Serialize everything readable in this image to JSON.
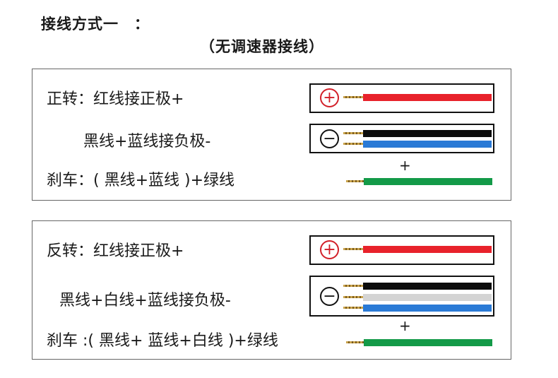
{
  "header": {
    "title": "接线方式一",
    "title_colon": "：",
    "subtitle": "（无调速器接线）"
  },
  "forward": {
    "line1": "正转：红线接正极+",
    "line2": "黑线+蓝线接负极-",
    "line3": "刹车：( 黑线+蓝线 )+绿线"
  },
  "reverse": {
    "line1": "反转：红线接正极+",
    "line2": "黑线+白线+蓝线接负极-",
    "line3": "刹车 :( 黑线+ 蓝线+白线 )+绿线"
  },
  "symbols": {
    "positive": "+",
    "negative": "−",
    "plus": "+"
  },
  "colors": {
    "red_wire": "#e8222b",
    "black_wire": "#0d0d0d",
    "blue_wire": "#2a7ad6",
    "white_wire": "#d4d4d4",
    "green_wire": "#139a48",
    "positive_mark": "#d21f28"
  }
}
